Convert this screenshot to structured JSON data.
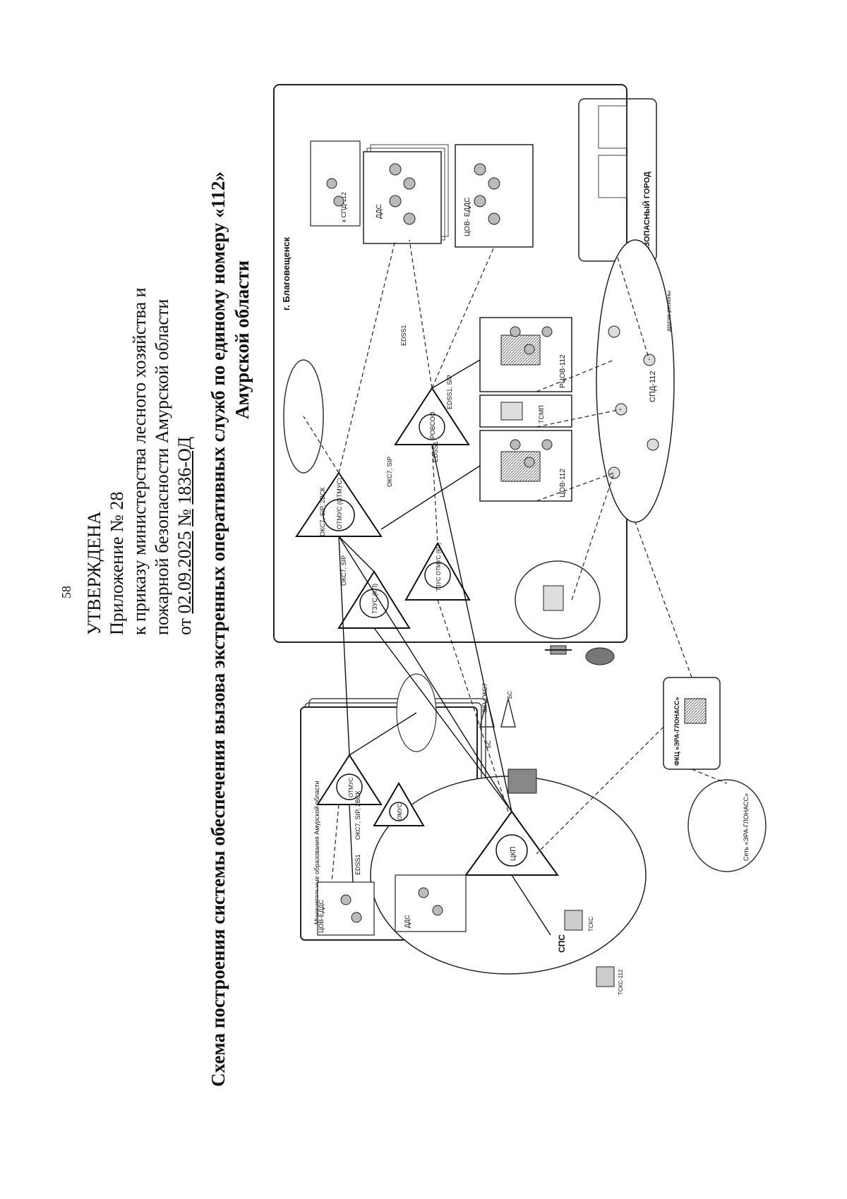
{
  "page_number": "58",
  "approval": {
    "heading": "УТВЕРЖДЕНА",
    "line1": "Приложение № 28",
    "line2": "к приказу министерства лесного хозяйства и",
    "line3": "пожарной безопасности Амурской области",
    "date_prefix": "от",
    "date": "02.09.2025",
    "number_prefix": "№",
    "number": "1836-ОД"
  },
  "title": {
    "line1": "Схема построения системы обеспечения вызова экстренных оперативных служб по единому номеру «112»",
    "line2": "Амурской области"
  },
  "diagram": {
    "city": "г. Благовещенск",
    "municipal": "Муниципальные образования Амурской области",
    "nodes": {
      "otmus_city": "ОТМУС (ОТМУС)",
      "tzus": "ТЗУС (КП)",
      "tzus_otmus": "ТЗУС ОТМУС (КП)",
      "rovsoo": "РОВСОО",
      "otmus_mun": "ОТМУС",
      "omus": "ОМУС",
      "tsp": "ЦКП",
      "cob_112": "ЦОВ-112",
      "rcob_112": "РЦОВ-112",
      "tsov_edds": "ЦОВ-ЕДДС",
      "tsov_edds_city": "ЦОВ- ЕДДС",
      "dds": "ДДС",
      "dds_mun": "ДДС",
      "tsmp": "ТСМП",
      "spd112": "СПД-112",
      "sps": "СПС",
      "tcks": "ТСКС",
      "tcks112": "ТСКС-112",
      "bs1": "БС",
      "bs2": "БС",
      "fkc": "ФКЦ «ЭРА-ГЛОНАСС»",
      "era_net": "Сеть «ЭРА-ГЛОНАСС»",
      "bezop": "БЕЗОПАСНЫЙ ГОРОД",
      "other_regions": "другие регионы",
      "to_spd": "к СПД-112"
    },
    "links": {
      "okc7_sip_2vsk": "ОКС7, SIP, 2ВСК",
      "okc7_sip": "ОКС7, SIP",
      "edss1": "EDSS1",
      "edss1_sip": "EDSS1, SIP",
      "sip_okc7": "SIP, ОКС7"
    }
  }
}
